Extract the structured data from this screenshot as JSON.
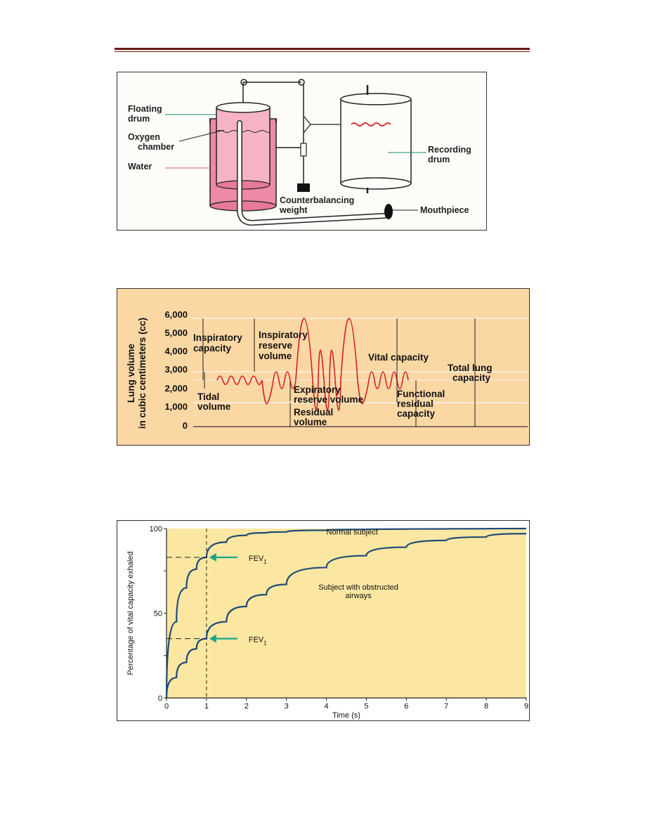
{
  "figure1": {
    "labels": {
      "floating_drum_1": "Floating",
      "floating_drum_2": "drum",
      "oxygen_1": "Oxygen",
      "oxygen_2": "chamber",
      "water": "Water",
      "recording_1": "Recording",
      "recording_2": "drum",
      "counter_1": "Counterbalancing",
      "counter_2": "weight",
      "mouthpiece": "Mouthpiece"
    },
    "colors": {
      "water": "#ee8aa8",
      "trace": "#d62020"
    }
  },
  "figure2": {
    "ylabel_1": "Lung volume",
    "ylabel_2": "in cubic centimeters (cc)",
    "yticks": [
      "6,000",
      "5,000",
      "4,000",
      "3,000",
      "2,000",
      "1,000",
      "0"
    ],
    "labels": {
      "insp_cap_1": "Inspiratory",
      "insp_cap_2": "capacity",
      "irv_1": "Inspiratory",
      "irv_2": "reserve",
      "irv_3": "volume",
      "tidal_1": "Tidal",
      "tidal_2": "volume",
      "erv_1": "Expiratory",
      "erv_2": "reserve volume",
      "rv_1": "Residual",
      "rv_2": "volume",
      "vital": "Vital capacity",
      "frc_1": "Functional",
      "frc_2": "residual",
      "frc_3": "capacity",
      "tlc_1": "Total lung",
      "tlc_2": "capacity"
    },
    "colors": {
      "background": "#fbd7a4",
      "trace": "#d62020"
    }
  },
  "chart_data": {
    "type": "line",
    "ylabel": "Percentage of vital capacity exhaled",
    "xlabel": "Time (s)",
    "xlim": [
      0,
      9
    ],
    "ylim": [
      0,
      100
    ],
    "xticks": [
      "0",
      "1",
      "2",
      "3",
      "4",
      "5",
      "6",
      "7",
      "8",
      "9"
    ],
    "yticks": [
      "100",
      "50",
      "0"
    ],
    "series": [
      {
        "name": "Normal subject",
        "x": [
          0,
          0.25,
          0.5,
          0.75,
          1,
          1.5,
          2,
          2.5,
          3,
          4,
          5,
          6,
          7,
          8,
          9
        ],
        "y": [
          0,
          45,
          65,
          76,
          83,
          92,
          96,
          97.5,
          98,
          99,
          99.5,
          99.7,
          99.8,
          99.9,
          100
        ]
      },
      {
        "name": "Subject with obstructed airways",
        "x": [
          0,
          0.25,
          0.5,
          0.75,
          1,
          1.5,
          2,
          2.5,
          3,
          4,
          5,
          6,
          7,
          8,
          9
        ],
        "y": [
          0,
          12,
          21,
          29,
          35,
          45,
          54,
          61,
          67,
          77,
          84,
          89,
          93,
          95,
          97
        ]
      }
    ],
    "annotations": [
      {
        "label": "FEV",
        "sub": "1",
        "x": 1,
        "y": 83
      },
      {
        "label": "FEV",
        "sub": "1",
        "x": 1,
        "y": 35
      }
    ],
    "colors": {
      "background": "#fbe7a1",
      "line": "#1f4a78",
      "arrow": "#1aa68c"
    }
  }
}
